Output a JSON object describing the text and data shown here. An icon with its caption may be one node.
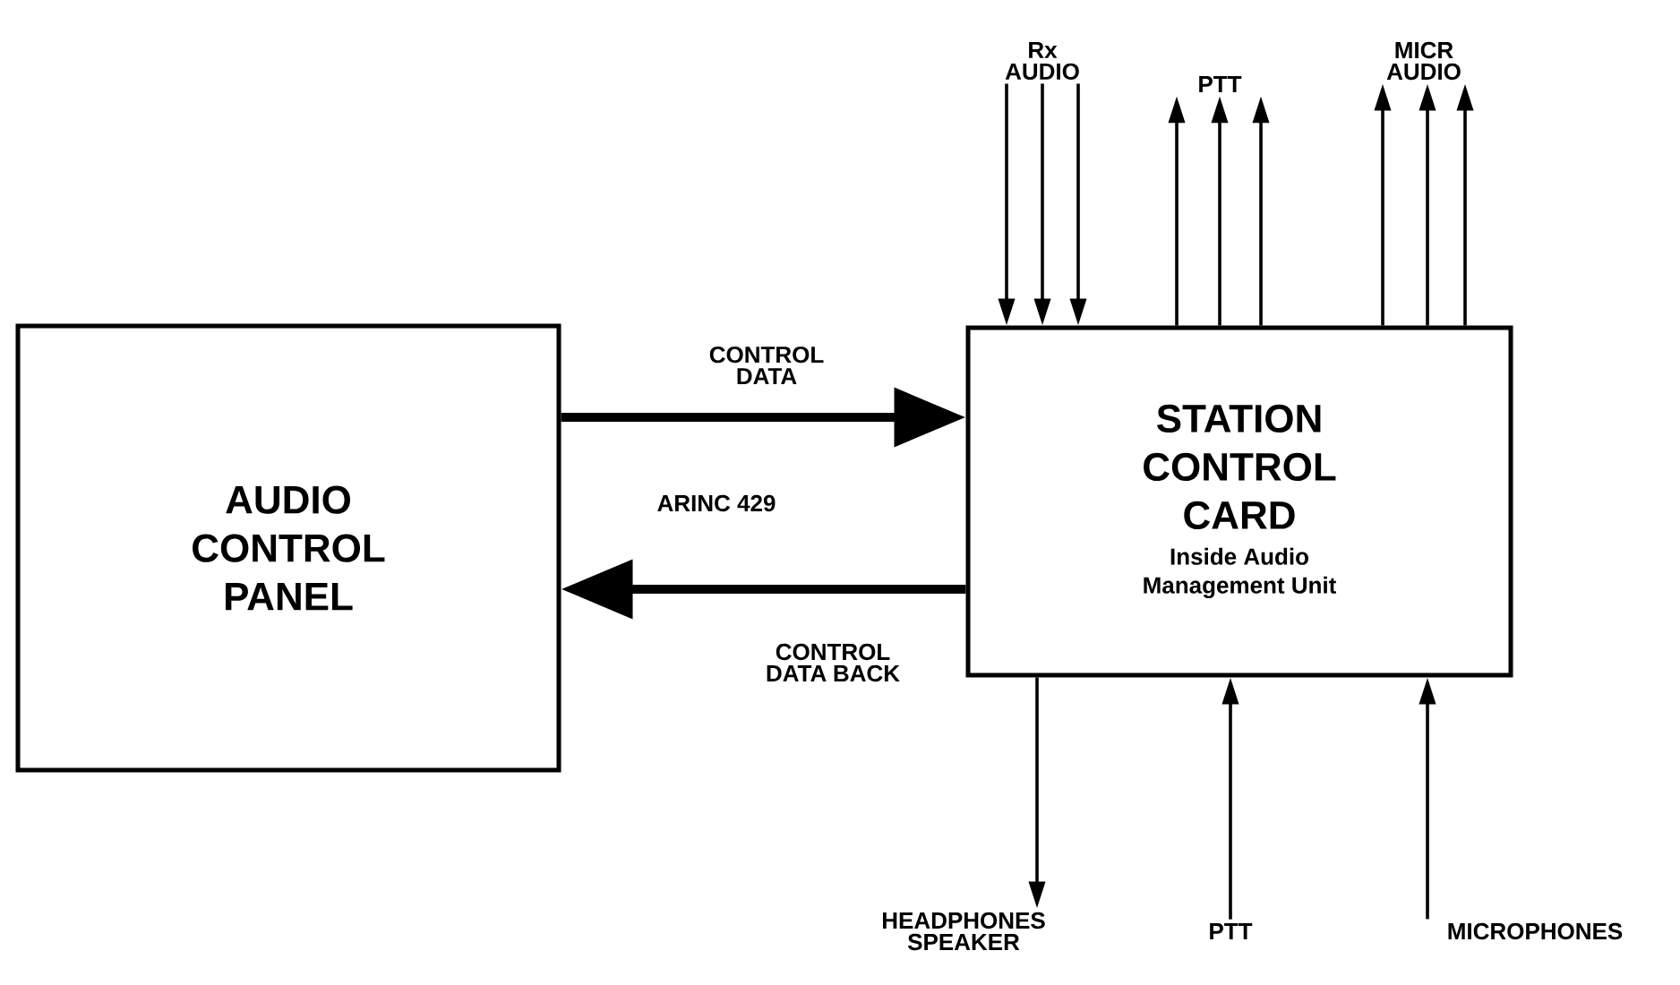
{
  "diagram": {
    "nodes": [
      {
        "text": [
          "AUDIO CONTROL PANEL"
        ]
      },
      {
        "text": [
          "STATION CONTROL CARD",
          "Inside Audio Management Unit"
        ]
      },
      {
        "text": [
          "Rx AUDIO"
        ]
      },
      {
        "text": [
          "PTT"
        ]
      },
      {
        "text": [
          "MICR AUDIO"
        ]
      },
      {
        "text": [
          "HEADPHONES SPEAKER"
        ]
      },
      {
        "text": [
          "PTT"
        ]
      },
      {
        "text": [
          "MICROPHONES"
        ]
      }
    ],
    "edges": [
      {
        "from": 0,
        "to": 1,
        "arrow": "to",
        "label": "CONTROL DATA",
        "style": "thick"
      },
      {
        "from": 1,
        "to": 0,
        "arrow": "to",
        "label": "CONTROL DATA BACK",
        "style": "thick"
      },
      {
        "from": 2,
        "to": 1,
        "arrow": "to"
      },
      {
        "from": 2,
        "to": 1,
        "arrow": "to"
      },
      {
        "from": 2,
        "to": 1,
        "arrow": "to"
      },
      {
        "from": 1,
        "to": 3,
        "arrow": "to"
      },
      {
        "from": 1,
        "to": 3,
        "arrow": "to"
      },
      {
        "from": 1,
        "to": 3,
        "arrow": "to"
      },
      {
        "from": 1,
        "to": 4,
        "arrow": "to"
      },
      {
        "from": 1,
        "to": 4,
        "arrow": "to"
      },
      {
        "from": 1,
        "to": 4,
        "arrow": "to"
      },
      {
        "from": 1,
        "to": 5,
        "arrow": "to"
      },
      {
        "from": 6,
        "to": 1,
        "arrow": "to"
      },
      {
        "from": 7,
        "to": 1,
        "arrow": "to"
      }
    ],
    "labels": [
      "ARINC 429"
    ]
  }
}
